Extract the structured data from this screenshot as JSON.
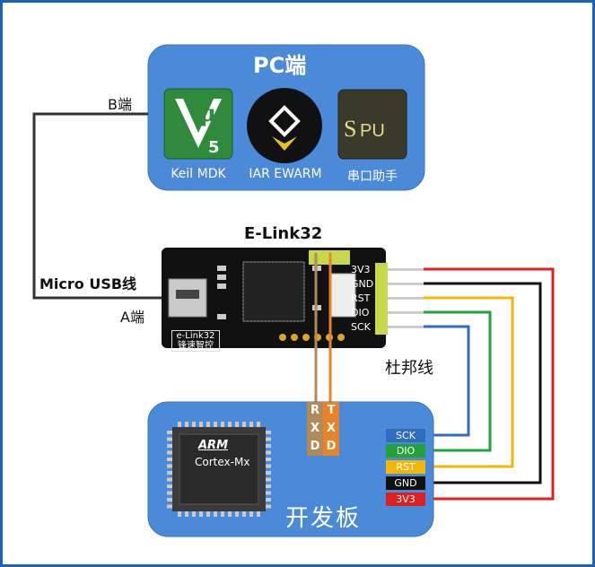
{
  "pc": {
    "title": "PC端",
    "apps": [
      {
        "label": "Keil MDK",
        "icon": "keil-uvision-icon",
        "glyph": "μ",
        "sub": "5"
      },
      {
        "label": "IAR EWARM",
        "icon": "iar-ewarm-icon"
      },
      {
        "label": "串口助手",
        "icon": "serial-assistant-icon",
        "glyph": "SPU"
      }
    ]
  },
  "cable": {
    "b_end": "B端",
    "a_end": "A端",
    "name": "Micro USB线"
  },
  "elink": {
    "title": "E-Link32",
    "header_pins": [
      "3V3",
      "GND",
      "RST",
      "DIO",
      "SCK"
    ],
    "silkscreen": [
      "e-Link32",
      "锋速智控"
    ]
  },
  "dupont_label": "杜邦线",
  "board": {
    "title": "开发板",
    "chip_brand": "ARM",
    "chip_name": "Cortex-Mx",
    "serial_left": [
      "R",
      "X",
      "D"
    ],
    "serial_right": [
      "T",
      "X",
      "D"
    ],
    "pins": [
      {
        "name": "SCK",
        "color": "#2f6cc0"
      },
      {
        "name": "DIO",
        "color": "#22a33a"
      },
      {
        "name": "RST",
        "color": "#f2b705"
      },
      {
        "name": "GND",
        "color": "#111111"
      },
      {
        "name": "3V3",
        "color": "#e02020"
      }
    ]
  },
  "colors": {
    "panel_blue": "#4a8ad8",
    "board_pcb": "#111111",
    "wire_tx": "#e8832a",
    "wire_rx": "#b08a5a"
  }
}
